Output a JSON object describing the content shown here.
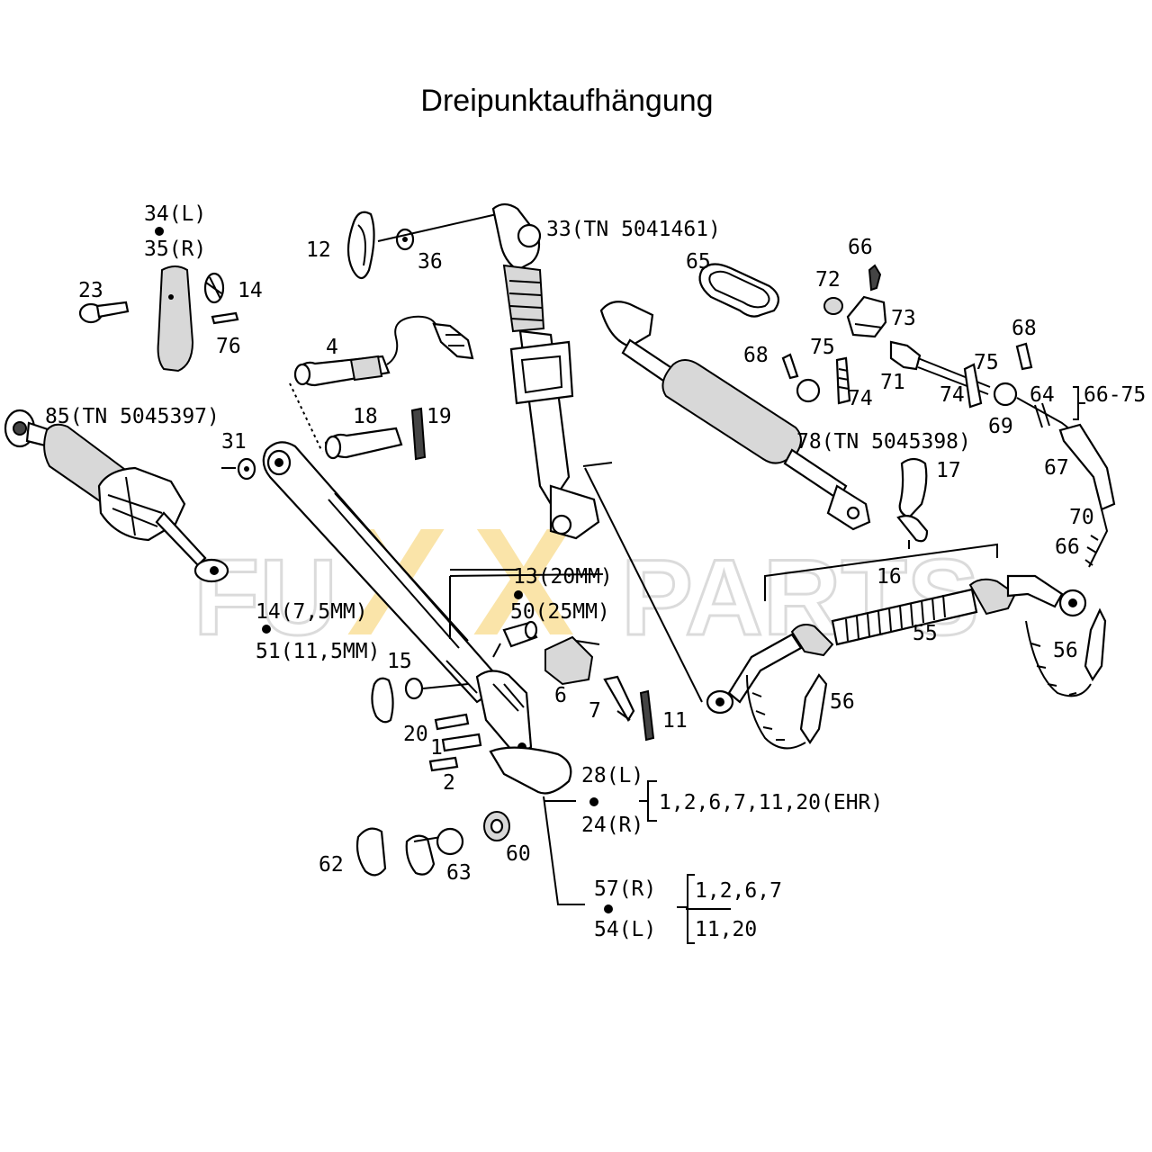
{
  "title": "Dreipunktaufhängung",
  "watermark": {
    "left": "FU",
    "x1": "X",
    "x2": "X",
    "right": "PARTS",
    "accent": "#f5c542"
  },
  "labels": {
    "l34": "34(L)",
    "l35": "35(R)",
    "l23": "23",
    "l14a": "14",
    "l76": "76",
    "l12": "12",
    "l36": "36",
    "l33": "33(TN 5041461)",
    "l65": "65",
    "l66a": "66",
    "l72": "72",
    "l73": "73",
    "l68a": "68",
    "l75a": "75",
    "l74a": "74",
    "l71": "71",
    "l68b": "68",
    "l75b": "75",
    "l74b": "74",
    "l64": "64",
    "l6675": "66-75",
    "l69": "69",
    "l4": "4",
    "l85": "85(TN 5045397)",
    "l18": "18",
    "l19": "19",
    "l31": "31",
    "l78": "78(TN 5045398)",
    "l17": "17",
    "l67": "67",
    "l70": "70",
    "l66b": "66",
    "l16": "16",
    "l55": "55",
    "l56a": "56",
    "l56b": "56",
    "l13": "13(20MM)",
    "l50": "50(25MM)",
    "l14b": "14(7,5MM)",
    "l51": "51(11,5MM)",
    "l15": "15",
    "l6": "6",
    "l7": "7",
    "l11": "11",
    "l20": "20",
    "l1": "1",
    "l2": "2",
    "l28": "28(L)",
    "l24": "24(R)",
    "kit1": "1,2,6,7,11,20(EHR)",
    "l62": "62",
    "l63": "63",
    "l60": "60",
    "l57": "57(R)",
    "l54": "54(L)",
    "kit2a": "1,2,6,7",
    "kit2b": "11,20"
  }
}
